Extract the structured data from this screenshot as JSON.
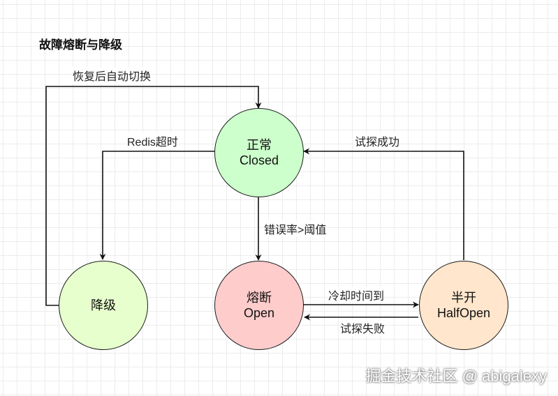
{
  "title": "故障熔断与降级",
  "nodes": {
    "closed": {
      "line1": "正常",
      "line2": "Closed",
      "fill": "#ccffcc"
    },
    "degrade": {
      "line1": "降级",
      "fill": "#e6ffcc"
    },
    "open": {
      "line1": "熔断",
      "line2": "Open",
      "fill": "#ffcccc"
    },
    "halfopen": {
      "line1": "半开",
      "line2": "HalfOpen",
      "fill": "#ffe6cc"
    }
  },
  "edges": {
    "auto_recover": "恢复后自动切换",
    "redis_timeout": "Redis超时",
    "error_rate": "错误率>阈值",
    "try_success": "试探成功",
    "cooldown": "冷却时间到",
    "try_fail": "试探失败"
  },
  "watermark": "掘金技术社区 @ abigalexy"
}
